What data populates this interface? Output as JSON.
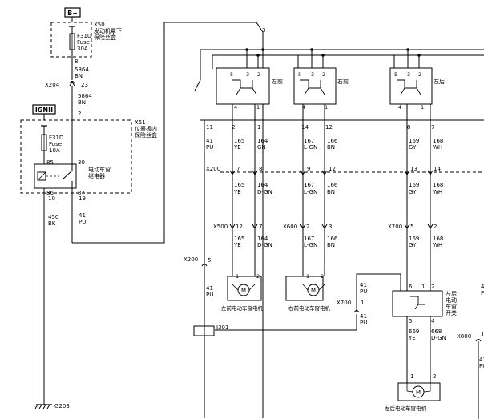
{
  "power": {
    "bplus": "B+",
    "ignition": "IGNII"
  },
  "x50": {
    "id": "X50",
    "name_line1": "发动机罩下",
    "name_line2": "保险丝盒"
  },
  "x51": {
    "id": "X51",
    "name_line1": "仪表板内",
    "name_line2": "保险丝盒"
  },
  "fuse_f31u": {
    "name": "F31U",
    "word": "Fuse",
    "rating": "30A"
  },
  "fuse_f31d": {
    "name": "F31D",
    "word": "Fuse",
    "rating": "10A"
  },
  "relay": {
    "name_line1": "电动车窗",
    "name_line2": "继电器",
    "pins": {
      "p85": "85",
      "p30": "30",
      "p86": "86",
      "p87": "87"
    }
  },
  "pins": {
    "p8": "8",
    "p23": "23",
    "p2": "2",
    "p10": "10",
    "p19": "19",
    "p11": "11",
    "p3": "3",
    "p5": "5",
    "p1": "1",
    "p4": "4",
    "p9": "9",
    "p12": "12",
    "p13": "13",
    "p14": "14",
    "p7": "7",
    "p6": "6",
    "p40": "4",
    "p41": "41"
  },
  "wires": {
    "w5864": "5864",
    "bn": "BN",
    "w450": "450",
    "bk": "BK",
    "w41": "41",
    "pu": "PU",
    "w165": "165",
    "ye": "YE",
    "w164": "164",
    "gn": "GN",
    "dgn": "D-GN",
    "w167": "167",
    "lgn": "L-GN",
    "w166": "166",
    "w169": "169",
    "gy": "GY",
    "w168": "168",
    "wh": "WH",
    "w669": "669",
    "w668": "668"
  },
  "connectors": {
    "x204": "X204",
    "x200": "X200",
    "x500": "X500",
    "x600": "X600",
    "x700": "X700",
    "x800": "X800",
    "j301": "J301"
  },
  "switches": {
    "front_left": "左前",
    "front_right": "右前",
    "rear_left": "左后",
    "rear_left_local_line1": "左后",
    "rear_left_local_line2": "电动",
    "rear_left_local_line3": "车窗",
    "rear_left_local_line4": "开关"
  },
  "motors": {
    "front_left": "左前电动车窗电机",
    "front_right": "右前电动车窗电机",
    "rear_left": "左后电动车窗电机",
    "symbol": "M"
  },
  "ground": {
    "id": "G203"
  },
  "edge_partial": {
    "p4": "4",
    "pu_frag": "P",
    "p1": "1",
    "p41": "41",
    "pu_frag2": "PU"
  }
}
